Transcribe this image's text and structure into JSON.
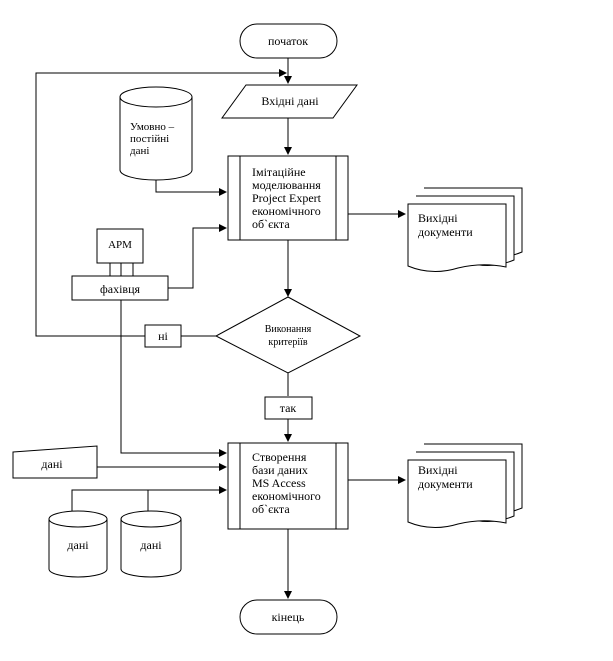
{
  "diagram": {
    "start": "початок",
    "input_data": "Вхідні дані",
    "conditional_data": [
      "Умовно –",
      "постійні",
      "дані"
    ],
    "simulation": [
      "Імітаційне",
      "моделювання",
      "Project Expert",
      "економічного",
      "об`єкта"
    ],
    "output_docs_1": [
      "Вихідні",
      "документи"
    ],
    "workstation": "АРМ",
    "specialist": "фахівця",
    "criteria": [
      "Виконання",
      "критеріїв"
    ],
    "no": "ні",
    "yes": "так",
    "database_creation": [
      "Створення",
      "бази даних",
      "MS Access",
      "економічного",
      "об`єкта"
    ],
    "output_docs_2": [
      "Вихідні",
      "документи"
    ],
    "manual_data": "дані",
    "db_data_1": "дані",
    "db_data_2": "дані",
    "end": "кінець"
  }
}
